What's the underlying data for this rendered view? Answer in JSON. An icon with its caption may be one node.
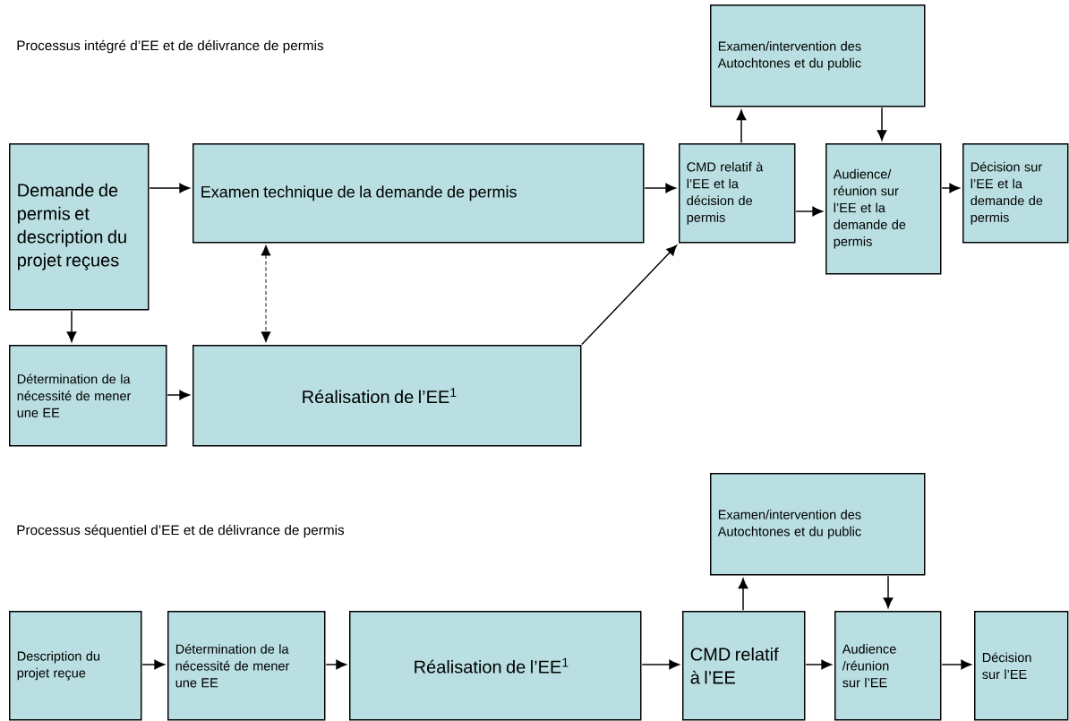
{
  "diagram": {
    "nodes": [
      {
        "text": [
          "Demande de permis et description du projet reçues"
        ]
      },
      {
        "text": [
          "Examen technique de la demande de permis"
        ]
      },
      {
        "text": [
          "Détermination de la nécessité de mener une EE"
        ]
      },
      {
        "text": [
          "Réalisation  de l’EE$^{1}$"
        ]
      },
      {
        "text": [
          "CMD relatif à l’EE et la décision de permis"
        ]
      },
      {
        "text": [
          "Examen/intervention des Autochtones et du public"
        ]
      },
      {
        "text": [
          "Audience/ réunion sur l’EE et la demande de permis"
        ]
      },
      {
        "text": [
          "Décision sur l’EE et la demande de permis"
        ]
      },
      {
        "text": [
          "Description du projet reçue"
        ]
      },
      {
        "text": [
          "Détermination de la nécessité de mener une EE"
        ]
      },
      {
        "text": [
          "Réalisation  de l’EE$^{1}$"
        ]
      },
      {
        "text": [
          "CMD relatif à l’EE"
        ]
      },
      {
        "text": [
          "Examen/intervention des Autochtones et du public"
        ]
      },
      {
        "text": [
          "Audience /réunion sur l’EE"
        ]
      },
      {
        "text": [
          "Décision sur l’EE"
        ]
      }
    ],
    "edges": [
      {
        "from": 0,
        "to": 1,
        "arrow": "to"
      },
      {
        "from": 0,
        "to": 2,
        "arrow": "to"
      },
      {
        "from": 2,
        "to": 3,
        "arrow": "to"
      },
      {
        "from": 1,
        "to": 3,
        "arrow": "both",
        "style": "dashed"
      },
      {
        "from": 1,
        "to": 4,
        "arrow": "to"
      },
      {
        "from": 3,
        "to": 4,
        "arrow": "to"
      },
      {
        "from": 4,
        "to": 5,
        "arrow": "to"
      },
      {
        "from": 5,
        "to": 6,
        "arrow": "to"
      },
      {
        "from": 4,
        "to": 6,
        "arrow": "to"
      },
      {
        "from": 6,
        "to": 7,
        "arrow": "to"
      },
      {
        "from": 8,
        "to": 9,
        "arrow": "to"
      },
      {
        "from": 9,
        "to": 10,
        "arrow": "to"
      },
      {
        "from": 10,
        "to": 11,
        "arrow": "to"
      },
      {
        "from": 11,
        "to": 12,
        "arrow": "to"
      },
      {
        "from": 12,
        "to": 13,
        "arrow": "to"
      },
      {
        "from": 11,
        "to": 13,
        "arrow": "to"
      },
      {
        "from": 13,
        "to": 14,
        "arrow": "to"
      }
    ],
    "labels": [
      "Processus intégré d’EE et de délivrance de permis",
      "Processus séquentiel d’EE et de délivrance de permis"
    ]
  }
}
